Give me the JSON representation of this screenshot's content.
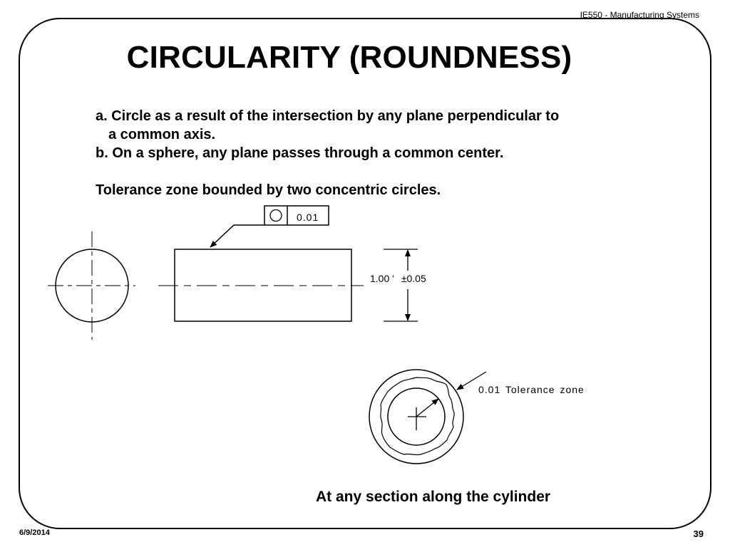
{
  "header": {
    "course": "IE550 - Manufacturing Systems"
  },
  "title": "CIRCULARITY (ROUNDNESS)",
  "bullets": {
    "a_line1": "a. Circle as a result of the intersection by any plane perpendicular to",
    "a_line2": "a common axis.",
    "b": "b.  On a sphere, any plane passes through a common center.",
    "zone_note": "Tolerance zone bounded by two concentric circles."
  },
  "drawing": {
    "fcf_symbol": "circularity-symbol",
    "fcf_value": "0.01",
    "dimension_value": "1.00 '",
    "dimension_tolerance": "±0.05",
    "zone_label": "0.01  Tolerance  zone",
    "caption": "At any section along the cylinder"
  },
  "footer": {
    "date": "6/9/2014",
    "page": "39"
  }
}
